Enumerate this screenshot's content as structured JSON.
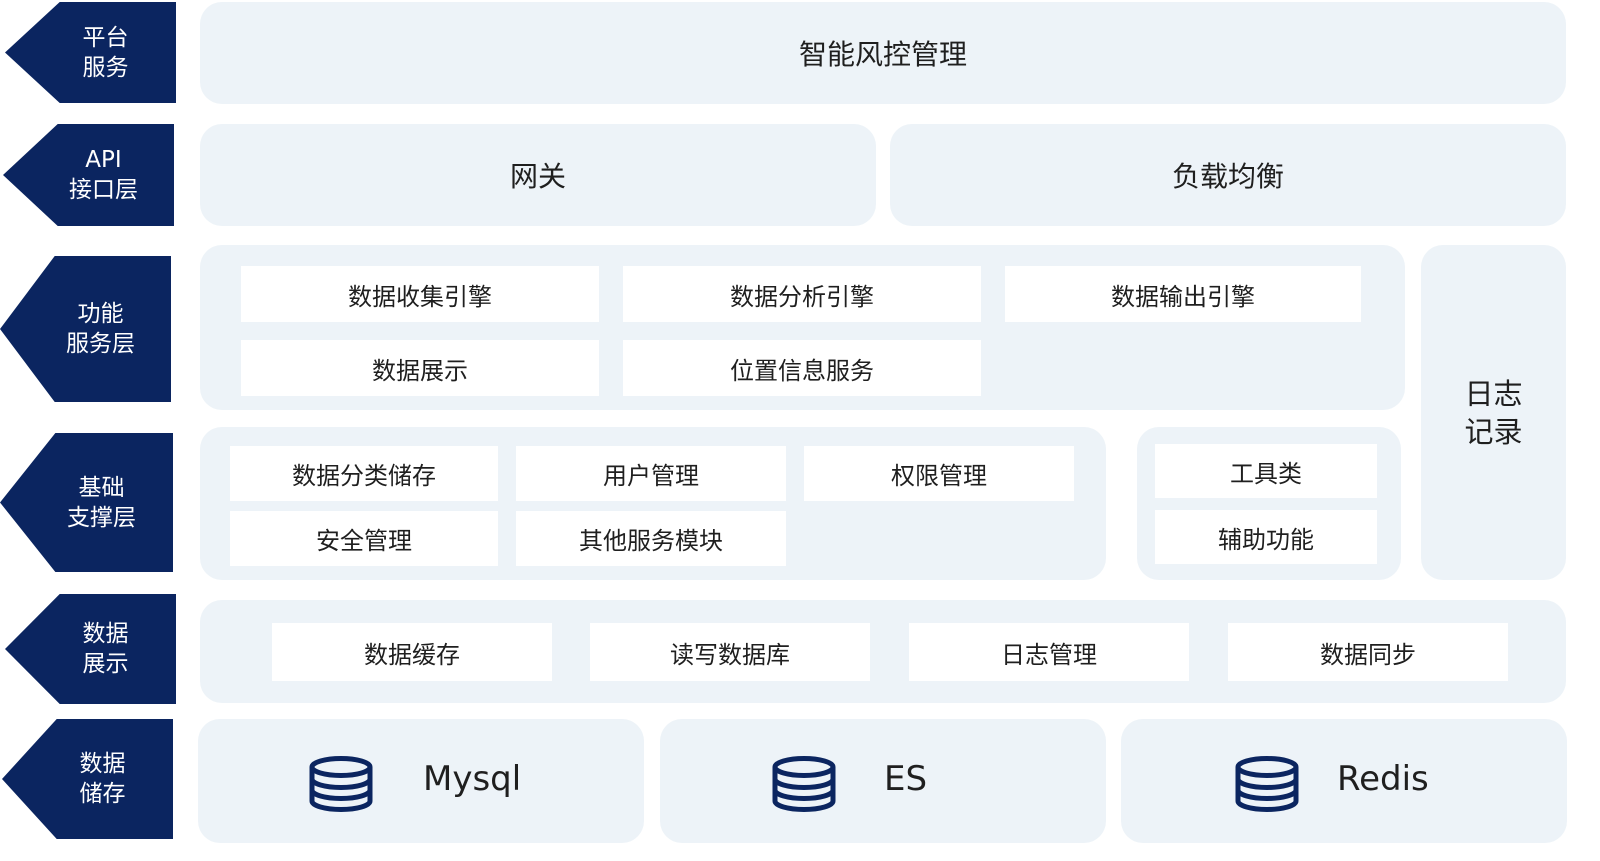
{
  "layers": {
    "platform": {
      "label_line1": "平台",
      "label_line2": "服务",
      "content": "智能风控管理"
    },
    "api": {
      "label_line1": "API",
      "label_line2": "接口层",
      "items": [
        "网关",
        "负载均衡"
      ]
    },
    "function": {
      "label_line1": "功能",
      "label_line2": "服务层",
      "boxes": [
        "数据收集引擎",
        "数据分析引擎",
        "数据输出引擎",
        "数据展示",
        "位置信息服务"
      ]
    },
    "base": {
      "label_line1": "基础",
      "label_line2": "支撑层",
      "boxes": [
        "数据分类储存",
        "用户管理",
        "权限管理",
        "安全管理",
        "其他服务模块"
      ],
      "tool_boxes": [
        "工具类",
        "辅助功能"
      ]
    },
    "data_display": {
      "label_line1": "数据",
      "label_line2": "展示",
      "boxes": [
        "数据缓存",
        "读写数据库",
        "日志管理",
        "数据同步"
      ]
    },
    "storage": {
      "label_line1": "数据",
      "label_line2": "储存",
      "items": [
        "Mysql",
        "ES",
        "Redis"
      ]
    }
  },
  "log_record": {
    "line1": "日志",
    "line2": "记录"
  },
  "icons": {
    "storage_icon": "database-icon"
  },
  "colors": {
    "label_bg": "#0b2560",
    "panel_bg": "#edf3f8",
    "box_bg": "#ffffff",
    "text": "#1f1f1f",
    "icon": "#0b2560"
  }
}
